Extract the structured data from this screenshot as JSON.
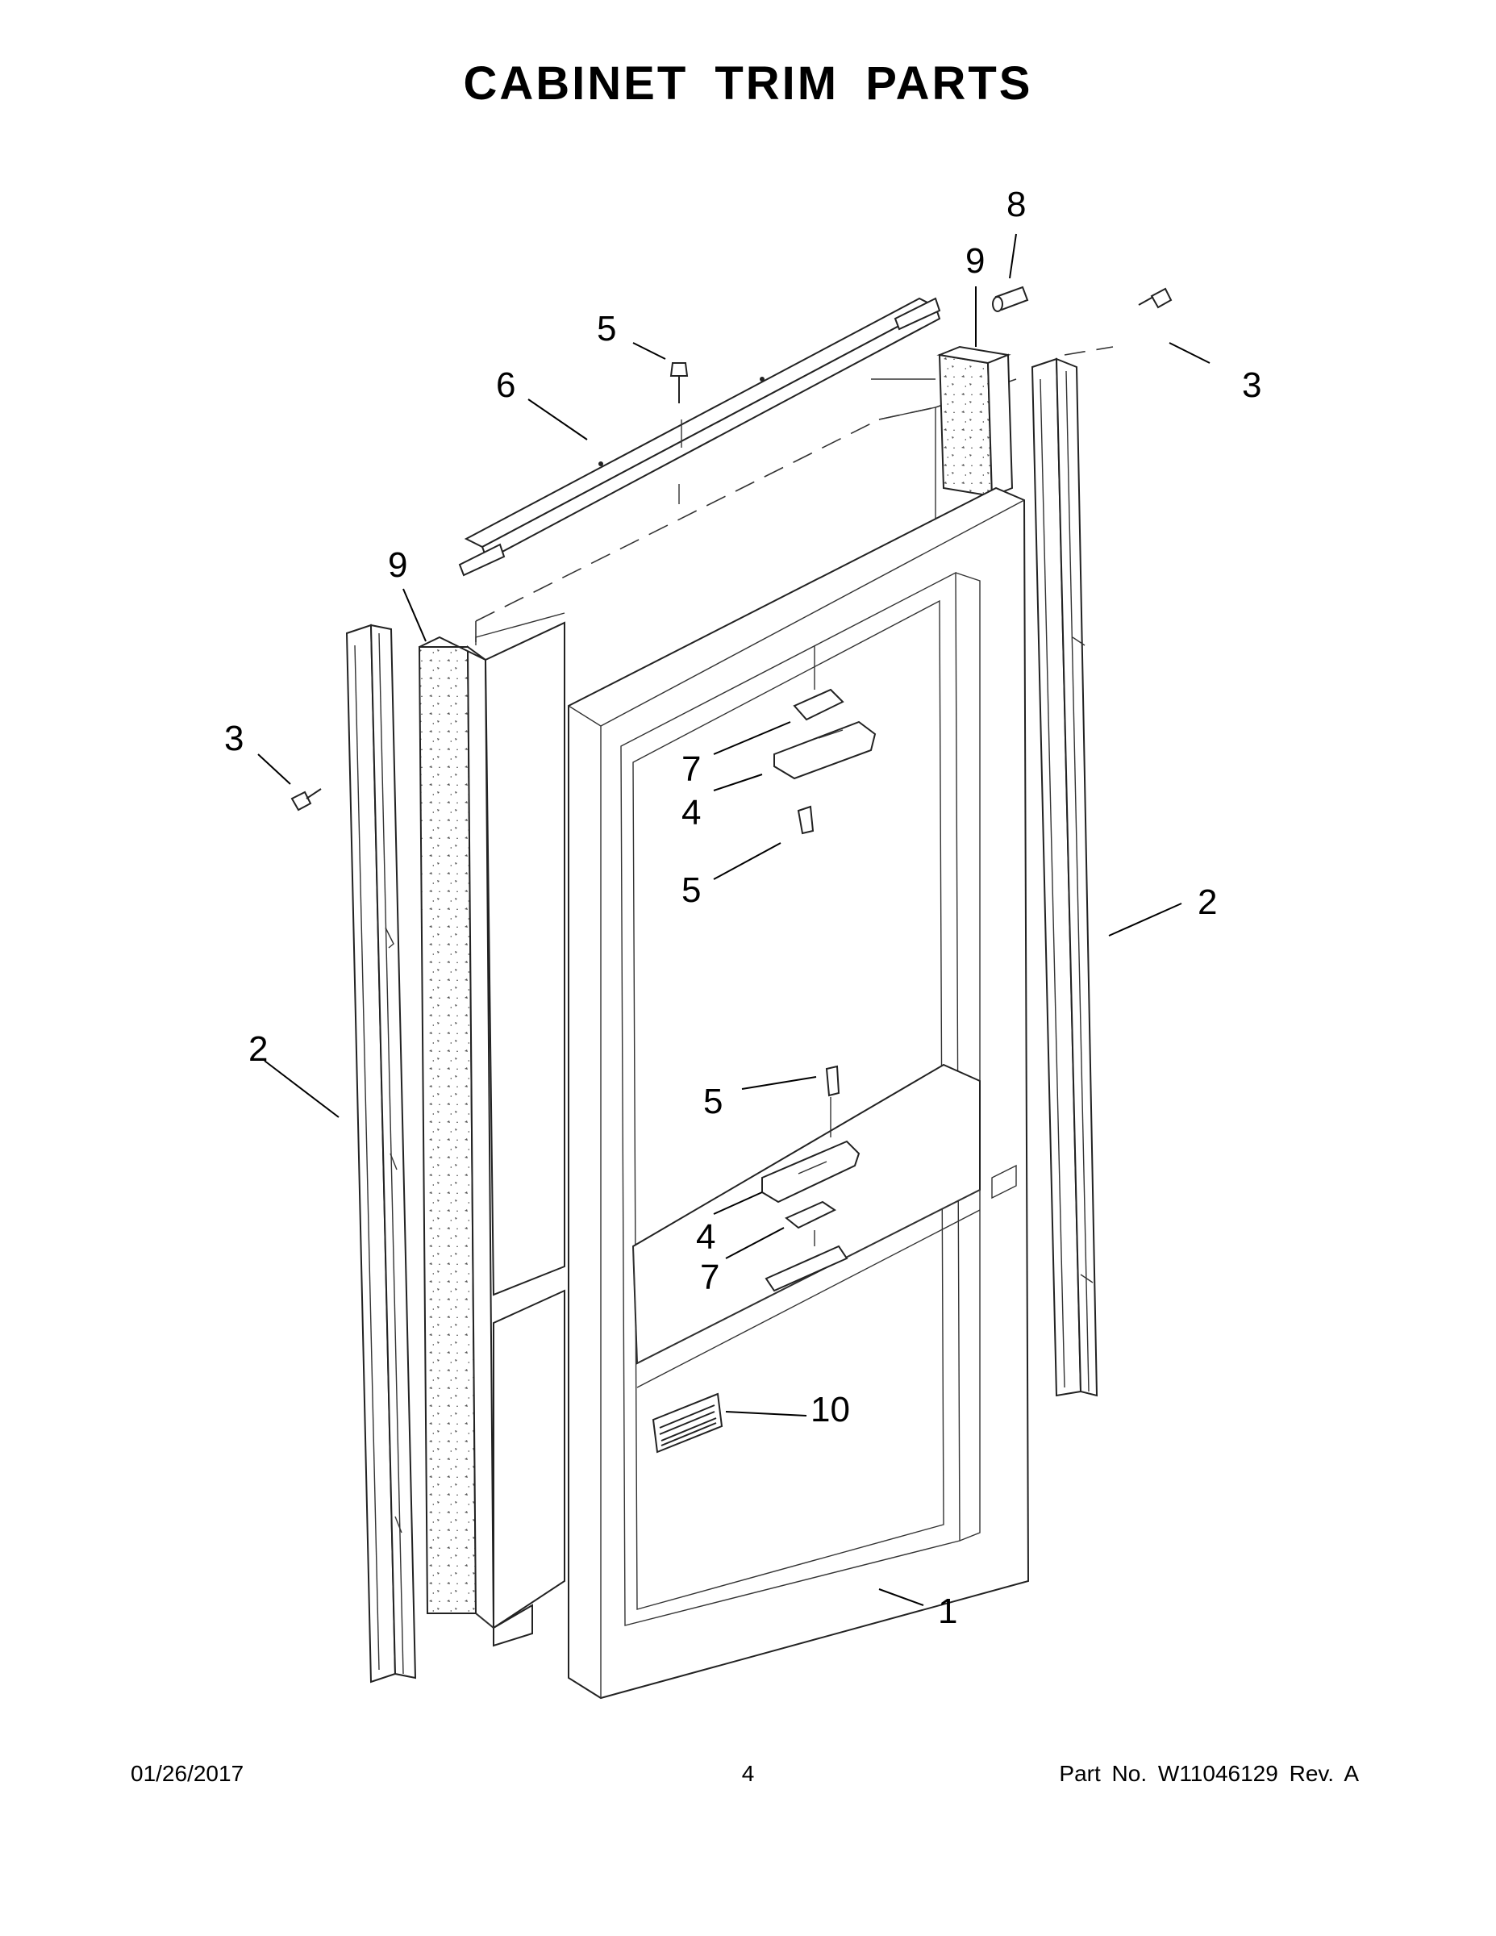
{
  "title": "CABINET TRIM PARTS",
  "footer": {
    "date": "01/26/2017",
    "page": "4",
    "part_number": "Part No.  W11046129  Rev.  A"
  },
  "callouts": {
    "c1": "1",
    "c2_left": "2",
    "c2_right": "2",
    "c3_left": "3",
    "c3_right": "3",
    "c4_upper": "4",
    "c4_lower": "4",
    "c5_top": "5",
    "c5_upper": "5",
    "c5_lower": "5",
    "c6": "6",
    "c7_upper": "7",
    "c7_lower": "7",
    "c8": "8",
    "c9_left": "9",
    "c9_right": "9",
    "c10": "10"
  }
}
